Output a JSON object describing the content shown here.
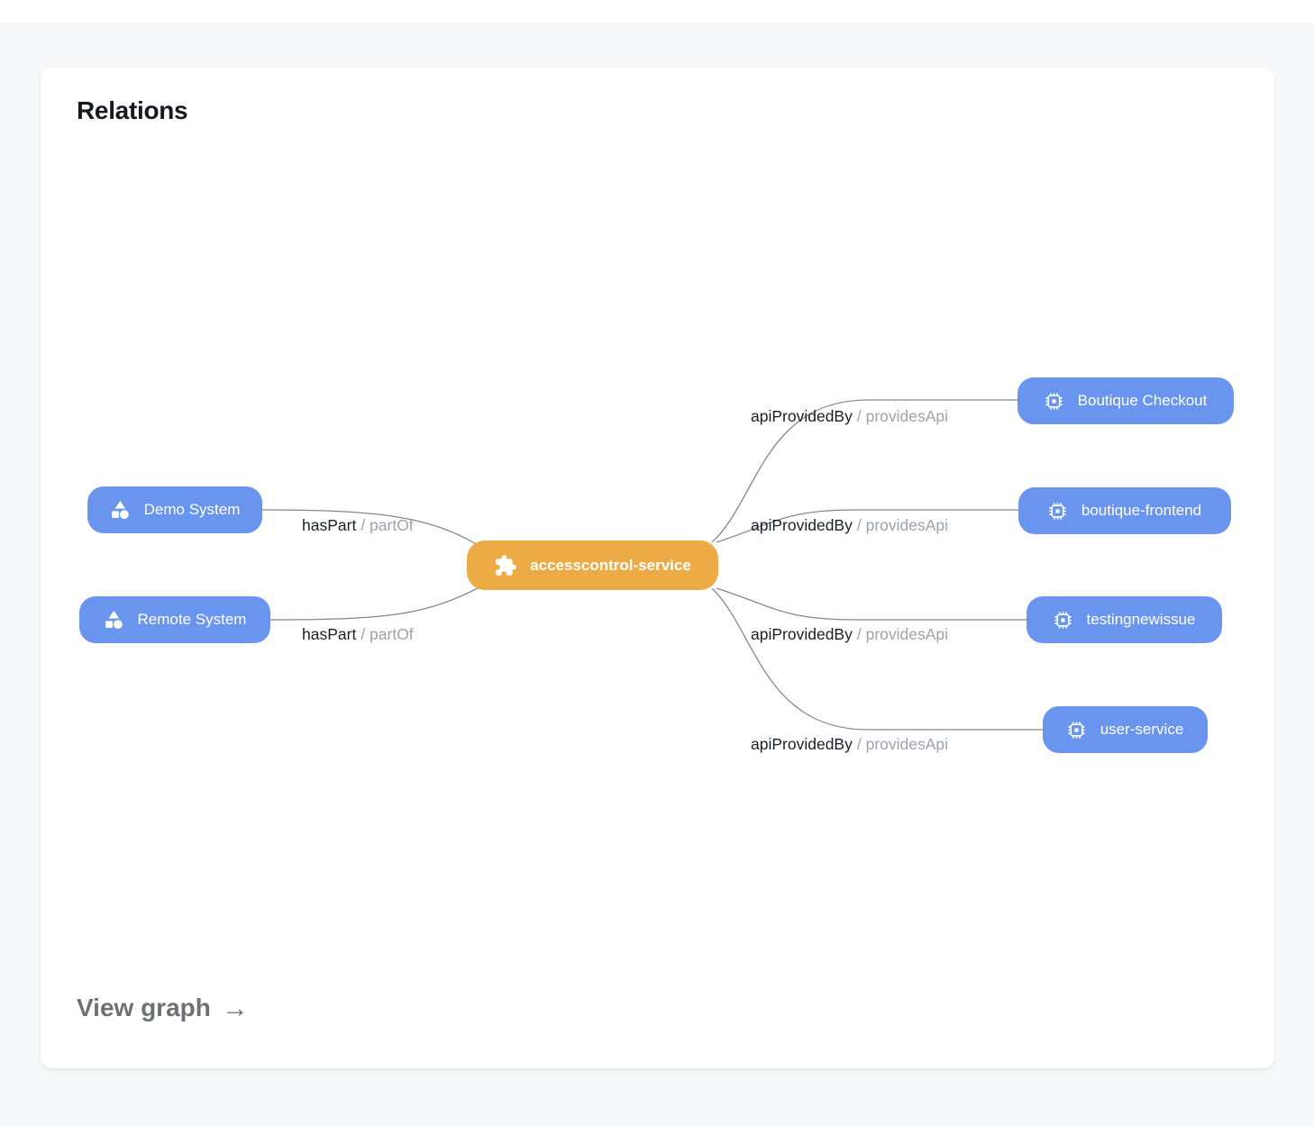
{
  "card": {
    "title": "Relations",
    "view_graph_label": "View graph",
    "arrow_glyph": "→"
  },
  "colors": {
    "center_node": "#ECAB44",
    "entity_node": "#6A95EF",
    "edge_line": "#85878A",
    "edge_label_primary": "#1B1F24",
    "edge_label_secondary": "#9DA3AC",
    "page_background": "#F6F8FA",
    "card_background": "#FFFFFF"
  },
  "graph": {
    "center_node": {
      "label": "accesscontrol-service",
      "icon": "puzzle-icon"
    },
    "left_nodes": [
      {
        "label": "Demo System",
        "icon": "shapes-icon"
      },
      {
        "label": "Remote System",
        "icon": "shapes-icon"
      }
    ],
    "right_nodes": [
      {
        "label": "Boutique Checkout",
        "icon": "chip-icon"
      },
      {
        "label": "boutique-frontend",
        "icon": "chip-icon"
      },
      {
        "label": "testingnewissue",
        "icon": "chip-icon"
      },
      {
        "label": "user-service",
        "icon": "chip-icon"
      }
    ],
    "left_edges": [
      {
        "primary": "hasPart",
        "secondary": "/ partOf"
      },
      {
        "primary": "hasPart",
        "secondary": "/ partOf"
      }
    ],
    "right_edges": [
      {
        "primary": "apiProvidedBy",
        "secondary": "/ providesApi"
      },
      {
        "primary": "apiProvidedBy",
        "secondary": "/ providesApi"
      },
      {
        "primary": "apiProvidedBy",
        "secondary": "/ providesApi"
      },
      {
        "primary": "apiProvidedBy",
        "secondary": "/ providesApi"
      }
    ]
  }
}
